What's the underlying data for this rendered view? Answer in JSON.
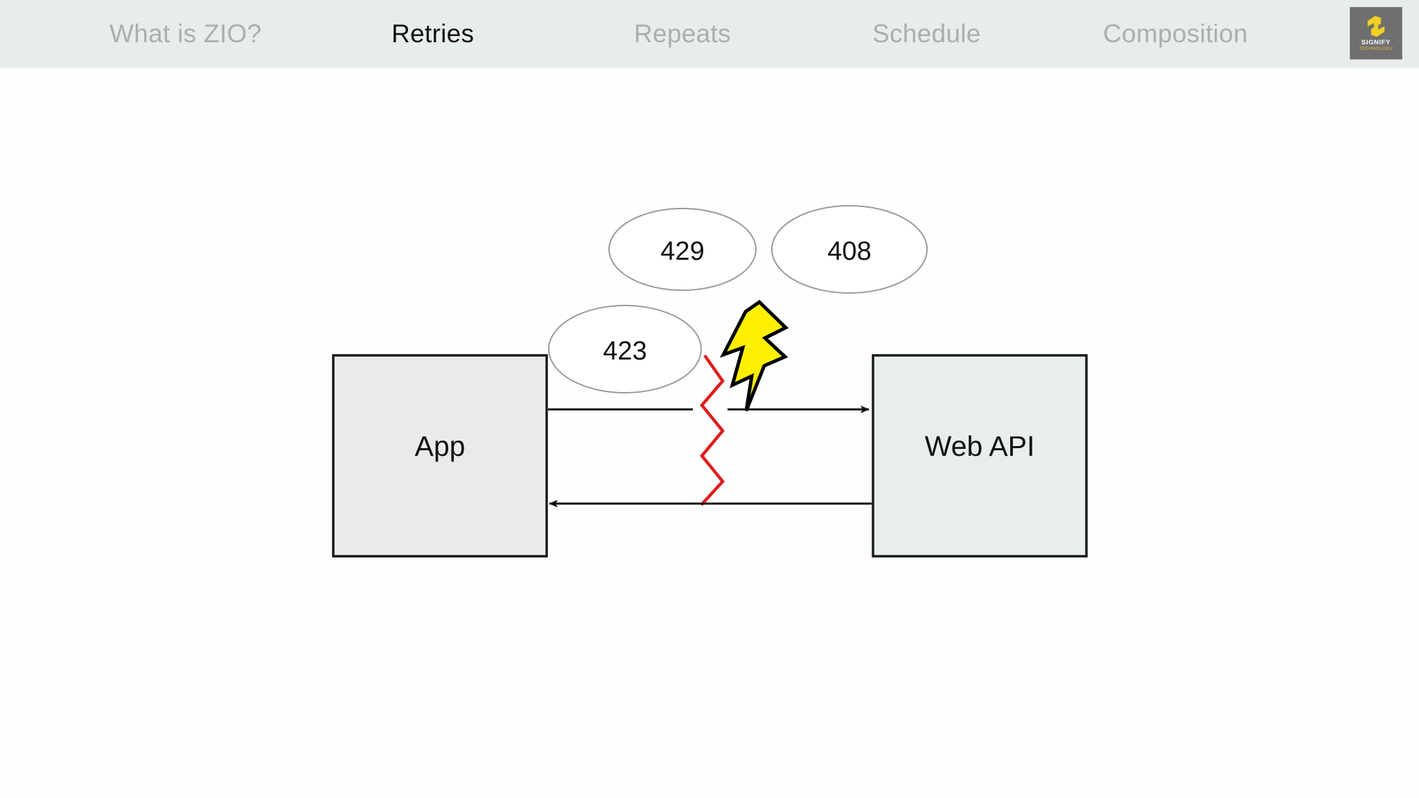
{
  "nav": {
    "items": [
      {
        "id": "what-is-zio",
        "label": "What is ZIO?",
        "active": false
      },
      {
        "id": "retries",
        "label": "Retries",
        "active": true
      },
      {
        "id": "repeats",
        "label": "Repeats",
        "active": false
      },
      {
        "id": "schedule",
        "label": "Schedule",
        "active": false
      },
      {
        "id": "composition",
        "label": "Composition",
        "active": false
      }
    ],
    "inactive_color": "#a9afaf",
    "active_color": "#111111",
    "background_color": "#e8edec"
  },
  "logo": {
    "name": "SIGNIFY",
    "subtitle": "TECHNOLOGY",
    "background_color": "#6f6f6f",
    "mark_color": "#f2d027",
    "icon": "signify-double-chevron-icon"
  },
  "diagram": {
    "nodes": [
      {
        "id": "app",
        "label": "App",
        "fill": "#eaeaea",
        "stroke": "#1a1a1a"
      },
      {
        "id": "web-api",
        "label": "Web API",
        "fill": "#e8eded",
        "stroke": "#1a1a1a"
      }
    ],
    "status_codes": [
      {
        "id": "429",
        "label": "429"
      },
      {
        "id": "408",
        "label": "408"
      },
      {
        "id": "423",
        "label": "423"
      }
    ],
    "ellipse_stroke": "#9a9a9a",
    "lightning": {
      "id": "lightning-bolt",
      "fill": "#fff000",
      "stroke": "#000000"
    },
    "break_marker": {
      "id": "connection-break",
      "color": "#e01b1b"
    },
    "arrows": [
      {
        "id": "request-arrow",
        "from": "app",
        "to": "web-api",
        "direction": "right",
        "broken": true
      },
      {
        "id": "response-arrow",
        "from": "web-api",
        "to": "app",
        "direction": "left",
        "broken": false
      }
    ],
    "arrow_color": "#111111"
  }
}
